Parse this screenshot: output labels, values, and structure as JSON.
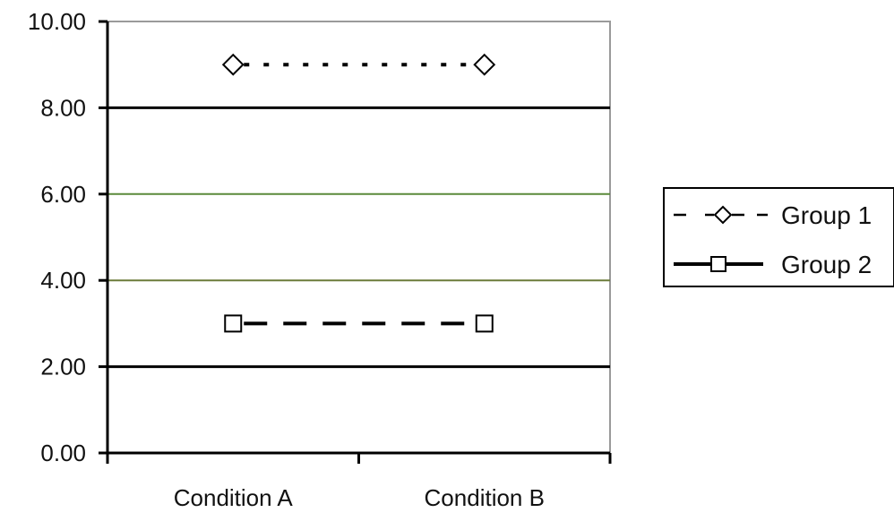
{
  "chart_data": {
    "type": "line",
    "title": "",
    "xlabel": "",
    "ylabel": "",
    "categories": [
      "Condition A",
      "Condition B"
    ],
    "ylim": [
      0,
      10
    ],
    "yticks": [
      0,
      2,
      4,
      6,
      8,
      10
    ],
    "ytick_labels": [
      "0.00",
      "2.00",
      "4.00",
      "6.00",
      "8.00",
      "10.00"
    ],
    "grid": true,
    "legend_position": "right",
    "series": [
      {
        "name": "Group 1",
        "values": [
          9,
          9
        ],
        "marker": "diamond",
        "line_style": "dotted",
        "color": "#000000"
      },
      {
        "name": "Group 2",
        "values": [
          3,
          3
        ],
        "marker": "square",
        "line_style": "dashed",
        "color": "#000000"
      }
    ]
  }
}
